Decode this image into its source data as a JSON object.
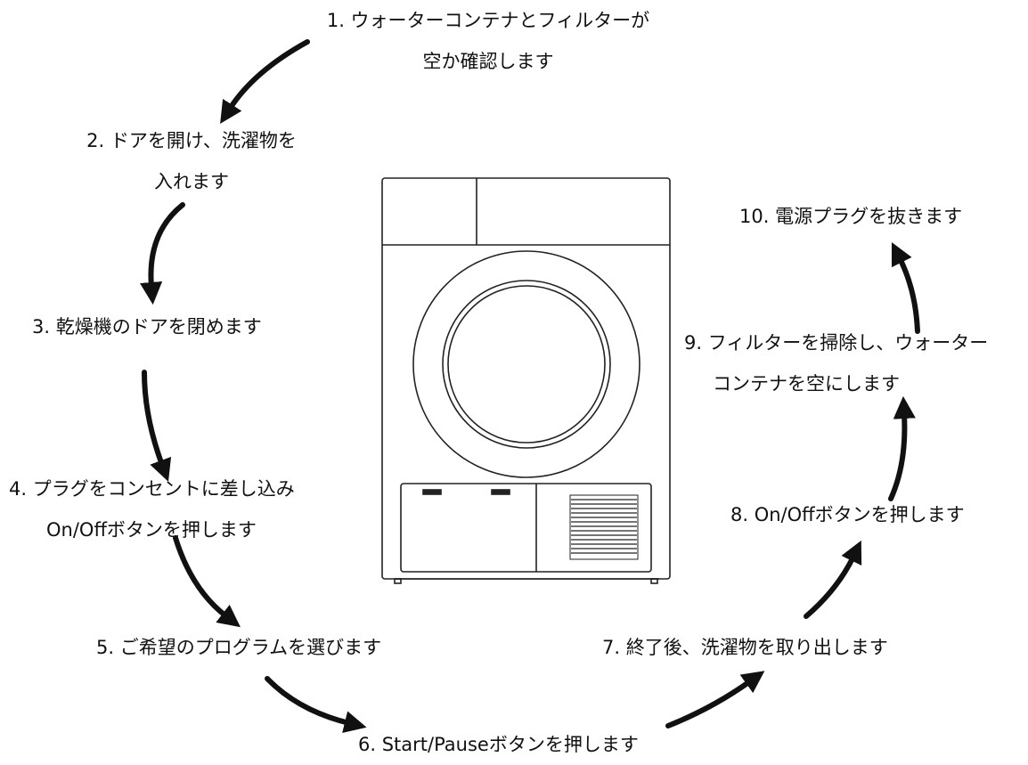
{
  "steps": [
    {
      "lines": [
        "1. ウォーターコンテナとフィルターが",
        "空か確認します"
      ]
    },
    {
      "lines": [
        "2. ドアを開け、洗濯物を",
        "入れます"
      ]
    },
    {
      "lines": [
        "3. 乾燥機のドアを閉めます"
      ]
    },
    {
      "lines": [
        "4. プラグをコンセントに差し込み",
        "On/Offボタンを押します"
      ]
    },
    {
      "lines": [
        "5. ご希望のプログラムを選びます"
      ]
    },
    {
      "lines": [
        "6. Start/Pauseボタンを押します"
      ]
    },
    {
      "lines": [
        "7. 終了後、洗濯物を取り出します"
      ]
    },
    {
      "lines": [
        "8. On/Offボタンを押します"
      ]
    },
    {
      "lines": [
        "9. フィルターを掃除し、ウォーター",
        "コンテナを空にします"
      ]
    },
    {
      "lines": [
        "10. 電源プラグを抜きます"
      ]
    }
  ],
  "colors": {
    "arrow": "#111111",
    "outline": "#222222",
    "text": "#111111"
  },
  "icons": [
    "dryer-illustration",
    "curved-arrow"
  ]
}
